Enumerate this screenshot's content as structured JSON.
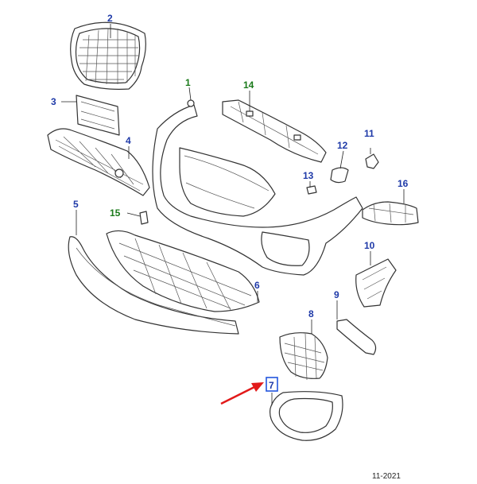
{
  "callouts": [
    {
      "label": "1",
      "color": "#1a7a1a"
    },
    {
      "label": "2",
      "color": "#1f3aa8"
    },
    {
      "label": "3",
      "color": "#1f3aa8"
    },
    {
      "label": "4",
      "color": "#1f3aa8"
    },
    {
      "label": "5",
      "color": "#1f3aa8"
    },
    {
      "label": "6",
      "color": "#1f3aa8"
    },
    {
      "label": "7",
      "color": "#1f3aa8"
    },
    {
      "label": "8",
      "color": "#1f3aa8"
    },
    {
      "label": "9",
      "color": "#1f3aa8"
    },
    {
      "label": "10",
      "color": "#1f3aa8"
    },
    {
      "label": "11",
      "color": "#1f3aa8"
    },
    {
      "label": "12",
      "color": "#1f3aa8"
    },
    {
      "label": "13",
      "color": "#1f3aa8"
    },
    {
      "label": "14",
      "color": "#1a7a1a"
    },
    {
      "label": "15",
      "color": "#1a7a1a"
    },
    {
      "label": "16",
      "color": "#1f3aa8"
    }
  ],
  "highlight": {
    "label": "7",
    "box_color": "#2255dd"
  },
  "arrow": {
    "color": "#e21a1a",
    "icon": "red-arrow-icon"
  },
  "date_code": "11-2021"
}
